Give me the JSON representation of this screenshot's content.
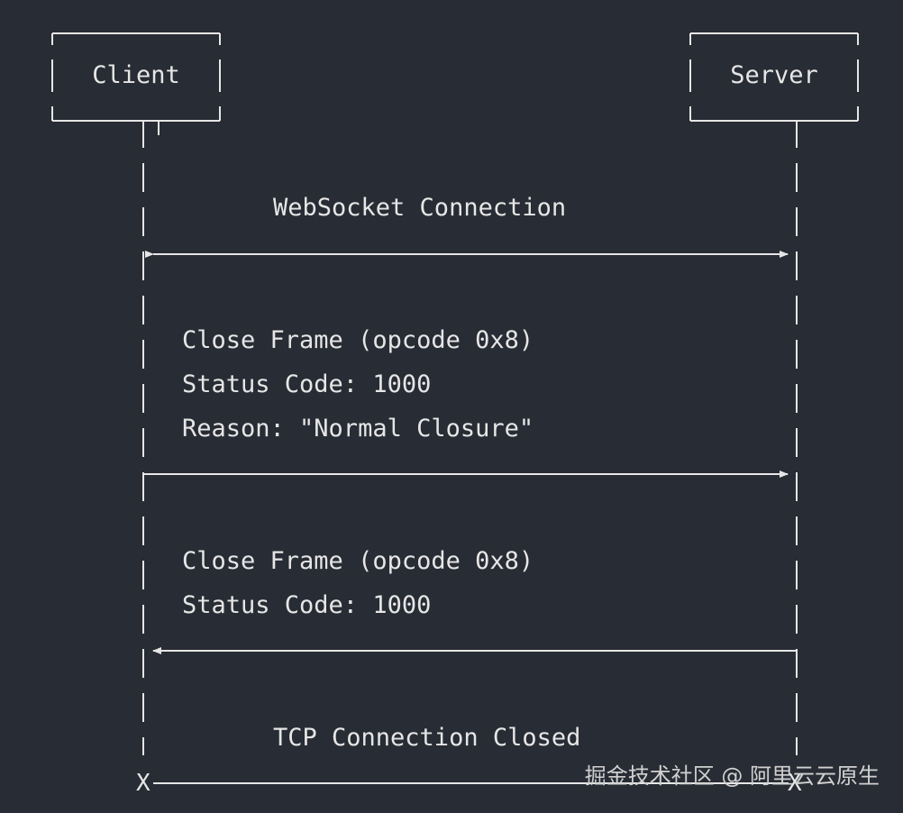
{
  "participants": {
    "client": "Client",
    "server": "Server"
  },
  "messages": {
    "connection": "WebSocket Connection",
    "close_frame_1": "Close Frame (opcode 0x8)",
    "status_code_1": "Status Code: 1000",
    "reason_1": "Reason: \"Normal Closure\"",
    "close_frame_2": "Close Frame (opcode 0x8)",
    "status_code_2": "Status Code: 1000",
    "tcp_closed": "TCP Connection Closed"
  },
  "end_markers": {
    "client": "X",
    "server": "X"
  },
  "watermark": "掘金技术社区 @ 阿里云云原生",
  "colors": {
    "background": "#282c34",
    "foreground": "#e6e6e6"
  }
}
